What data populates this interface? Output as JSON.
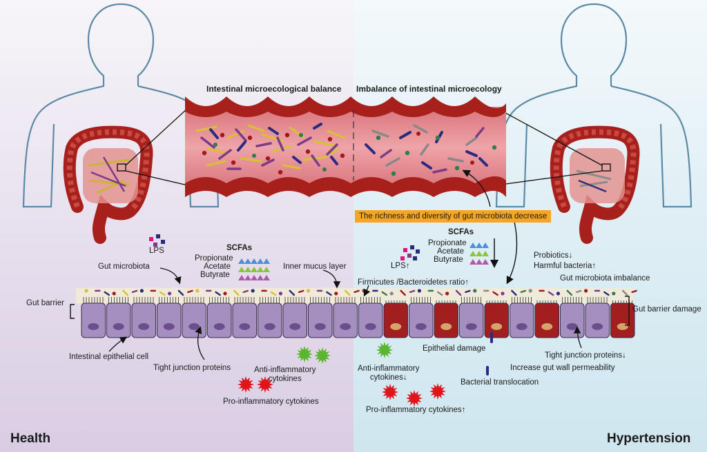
{
  "top": {
    "balance_title": "Intestinal microecological balance",
    "imbalance_title": "Imbalance of intestinal microecology"
  },
  "left": {
    "lps": "LPS",
    "scfas_title": "SCFAs",
    "propionate": "Propionate",
    "acetate": "Acetate",
    "butyrate": "Butyrate",
    "gut_microbiota": "Gut microbiota",
    "inner_mucus_layer": "Inner mucus layer",
    "gut_barrier": "Gut barrier",
    "intestinal_epithelial_cell": "Intestinal epithelial cell",
    "tight_junction_proteins": "Tight junction proteins",
    "anti_inflammatory_cytokines": "Anti-inflammatory\ncytokines",
    "pro_inflammatory_cytokines": "Pro-inflammatory cytokines",
    "panel_label": "Health"
  },
  "right": {
    "richness_banner": "The richness and diversity of gut microbiota decrease",
    "lps": "LPS↑",
    "scfas_title": "SCFAs",
    "propionate": "Propionate",
    "acetate": "Acetate",
    "butyrate": "Butyrate",
    "probiotics": "Probiotics↓",
    "harmful_bacteria": "Harmful bacteria↑",
    "gut_microbiota_imbalance": "Gut microbiota imbalance",
    "firmicutes_ratio": "Firmicutes /Bacteroidetes ratio↑",
    "gut_barrier_damage": "Gut barrier damage",
    "epithelial_damage": "Epithelial damage",
    "tight_junction_proteins": "Tight junction proteins↓",
    "increase_permeability": "Increase gut wall permeability",
    "anti_inflammatory_cytokines": "Anti-inflammatory\ncytokines↓",
    "bacterial_translocation": "Bacterial translocation",
    "pro_inflammatory_cytokines": "Pro-inflammatory cytokines↑",
    "panel_label": "Hypertension"
  },
  "colors": {
    "health_bg": "#e4dcea",
    "hypertension_bg": "#d9ecf3",
    "banner": "#f5a623",
    "gut_wall": "#a8201c",
    "gut_lumen": "#e7959a",
    "healthy_cell": "#a58fc0",
    "damaged_cell": "#a31f1f",
    "propionate": "#4a90d9",
    "acetate": "#8fc23d",
    "butyrate": "#b15aa8",
    "pro_inflammatory": "#e0141b",
    "anti_inflammatory": "#5cb531"
  }
}
